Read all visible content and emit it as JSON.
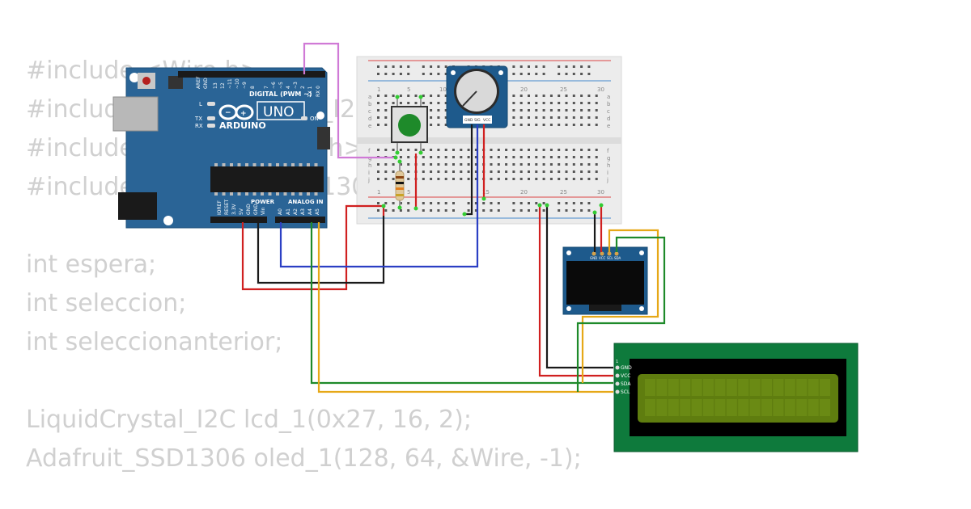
{
  "code": {
    "lines": [
      "#include <Wire.h>",
      "#include <LiquidCrystal_I2C.h>",
      "#include <Adafruit_GFX.h>",
      "#include <Adafruit_SSD1306.h>",
      "",
      "int espera;",
      "int seleccion;",
      "int seleccionanterior;",
      "",
      "LiquidCrystal_I2C lcd_1(0x27, 16, 2);",
      "Adafruit_SSD1306 oled_1(128, 64, &Wire, -1);"
    ]
  },
  "arduino": {
    "brand": "ARDUINO",
    "model": "UNO",
    "digital_label": "DIGITAL (PWM ~)",
    "power_label": "POWER",
    "analog_label": "ANALOG IN",
    "on_label": "ON",
    "l_label": "L",
    "tx_label": "TX",
    "rx_label": "RX",
    "digital_pins": [
      "AREF",
      "GND",
      "13",
      "12",
      "~11",
      "~10",
      "~9",
      "8",
      "7",
      "~6",
      "~5",
      "4",
      "~3",
      "2",
      "TX 1",
      "RX 0"
    ],
    "power_pins": [
      "IOREF",
      "RESET",
      "3.3V",
      "5V",
      "GND",
      "GND",
      "Vin"
    ],
    "analog_pins": [
      "A0",
      "A1",
      "A2",
      "A3",
      "A4",
      "A5"
    ],
    "colors": {
      "board": "#2a6496",
      "reset": "#b5201f"
    }
  },
  "breadboard": {
    "col_numbers": [
      "1",
      "5",
      "10",
      "15",
      "20",
      "25",
      "30"
    ],
    "row_letters_top": [
      "a",
      "b",
      "c",
      "d",
      "e"
    ],
    "row_letters_bottom": [
      "f",
      "g",
      "h",
      "i",
      "j"
    ]
  },
  "potentiometer": {
    "pins": [
      "GND",
      "SIG",
      "VCC"
    ],
    "color": "#1e5a8c"
  },
  "oled": {
    "pins": [
      "GND",
      "VCC",
      "SCL",
      "SDA"
    ],
    "color": "#1e5a8c"
  },
  "lcd": {
    "pins": [
      "GND",
      "VCC",
      "SDA",
      "SCL"
    ],
    "pin1": "1",
    "color": "#0e7a3c",
    "screen_color": "#5f7d0f"
  },
  "wire_colors": {
    "red": "#d02020",
    "black": "#1a1a1a",
    "blue": "#2b3fc4",
    "green": "#1e8a2a",
    "yellow": "#e6a817",
    "pink": "#d07ad6"
  }
}
